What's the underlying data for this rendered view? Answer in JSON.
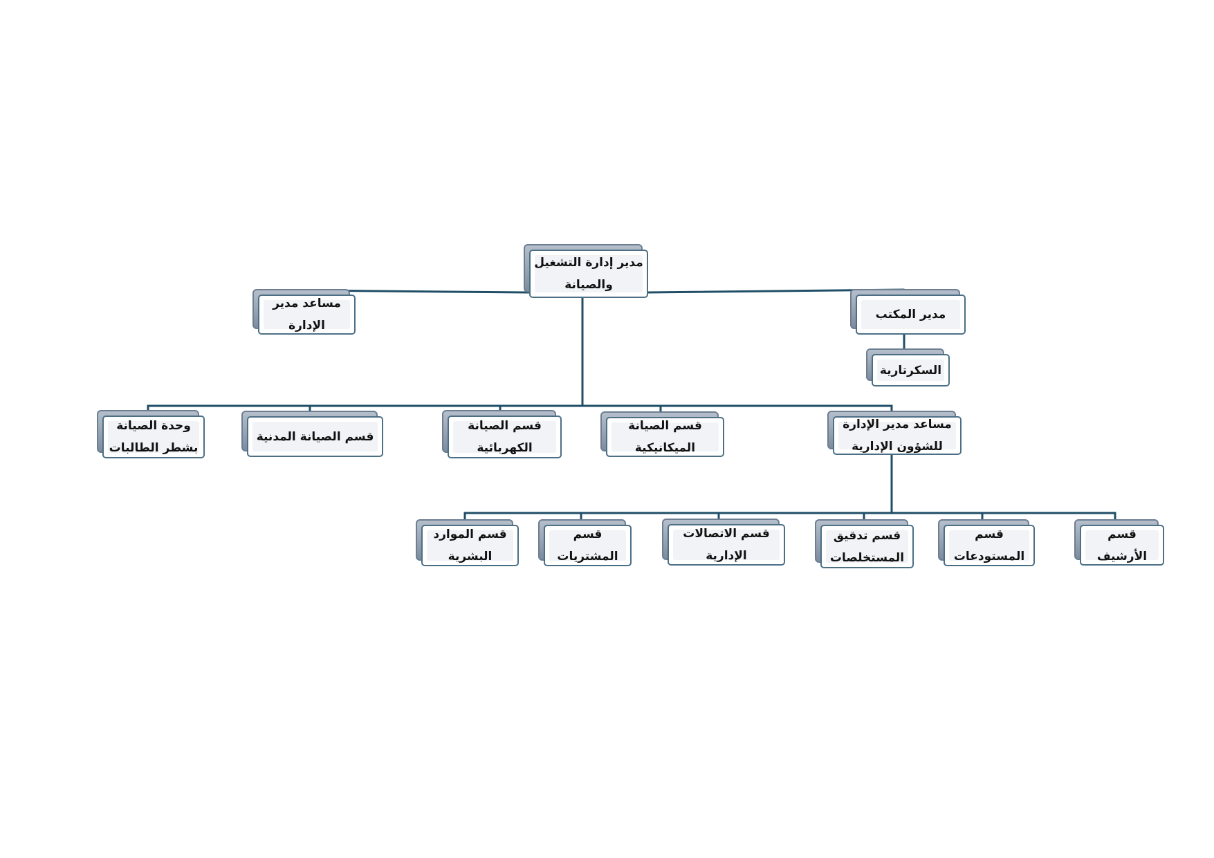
{
  "colors": {
    "connector": "#1f4e66",
    "node_border": "#4c6f86",
    "node_fill": "#f1f3f6",
    "shadow": "#8696a8"
  },
  "nodes": {
    "director": {
      "line1": "مدير إدارة التشغيل",
      "line2": "والصيانة"
    },
    "assistant": {
      "line1": "مساعد مدير",
      "line2": "الإدارة"
    },
    "office": {
      "line1": "مدير المكتب"
    },
    "secretariat": {
      "line1": "السكرتارية"
    },
    "unit_female": {
      "line1": "وحدة الصيانة",
      "line2": "بشطر الطالبات"
    },
    "civil": {
      "line1": "قسم الصيانة المدنية"
    },
    "electrical": {
      "line1": "قسم الصيانة",
      "line2": "الكهربائية"
    },
    "mechanical": {
      "line1": "قسم الصيانة",
      "line2": "الميكانيكية"
    },
    "admin_asst": {
      "line1": "مساعد مدير الإدارة",
      "line2": "للشؤون الإدارية"
    },
    "hr": {
      "line1": "قسم الموارد",
      "line2": "البشرية"
    },
    "purchasing": {
      "line1": "قسم",
      "line2": "المشتريات"
    },
    "comms": {
      "line1": "قسم الاتصالات",
      "line2": "الإدارية"
    },
    "audit": {
      "line1": "قسم تدقيق",
      "line2": "المستخلصات"
    },
    "warehouses": {
      "line1": "قسم",
      "line2": "المستودعات"
    },
    "archive": {
      "line1": "قسم",
      "line2": "الأرشيف"
    }
  }
}
